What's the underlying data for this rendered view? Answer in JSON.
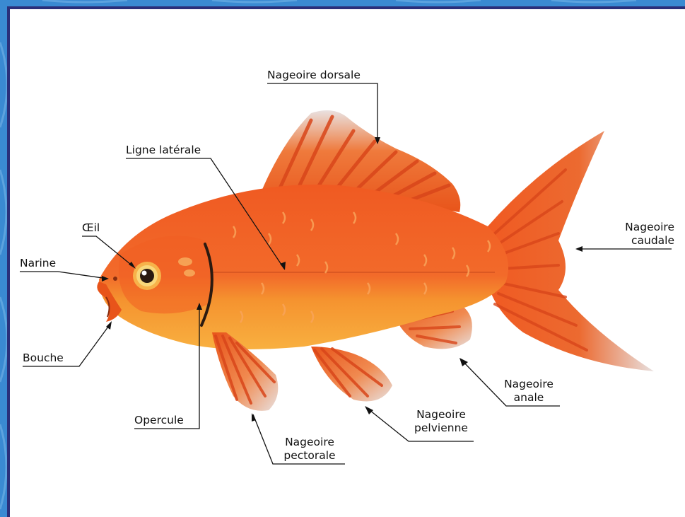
{
  "labels": {
    "dorsal": "Nageoire dorsale",
    "lateral_line": "Ligne latérale",
    "eye": "Œil",
    "nostril": "Narine",
    "mouth": "Bouche",
    "operculum": "Opercule",
    "caudal_1": "Nageoire",
    "caudal_2": "caudale",
    "pectoral_1": "Nageoire",
    "pectoral_2": "pectorale",
    "pelvic_1": "Nageoire",
    "pelvic_2": "pelvienne",
    "anal_1": "Nageoire",
    "anal_2": "anale"
  },
  "colors": {
    "frame_background": "#2f7fc8",
    "frame_border": "#2a2f7a",
    "body_orange": "#f26a2a",
    "belly": "#f7a33a",
    "fin_orange": "#e8541a",
    "fin_tip": "#e6dedd",
    "line": "#111111"
  }
}
